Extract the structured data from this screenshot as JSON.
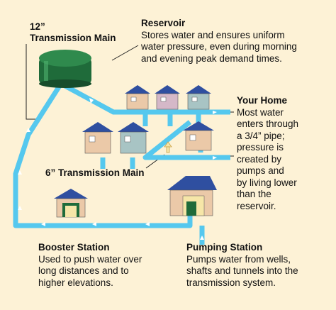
{
  "labels": {
    "transmission_12_size": "12”",
    "transmission_12_name": "Transmission Main",
    "transmission_6": "6” Transmission Main"
  },
  "reservoir": {
    "title": "Reservoir",
    "lines": [
      "Stores water and ensures uniform",
      "water pressure, even during morning",
      "and evening peak demand times."
    ]
  },
  "your_home": {
    "title": "Your Home",
    "lines": [
      "Most water",
      "enters through",
      "a 3/4” pipe;",
      "pressure is",
      "created by",
      "pumps and",
      "by living lower",
      "than the",
      "reservoir."
    ]
  },
  "booster_station": {
    "title": "Booster Station",
    "lines": [
      "Used to push water over",
      "long distances and to",
      "higher elevations."
    ]
  },
  "pumping_station": {
    "title": "Pumping Station",
    "lines": [
      "Pumps water from wells,",
      "shafts and tunnels into the",
      "transmission system."
    ]
  },
  "colors": {
    "background": "#fdf2d6",
    "pipe": "#55c8ee",
    "tank": "#1f6b3a",
    "house_roof": "#2f4fa0",
    "house_walls": [
      "#ebc9a8",
      "#d5b8c8",
      "#a8c4c4"
    ]
  }
}
